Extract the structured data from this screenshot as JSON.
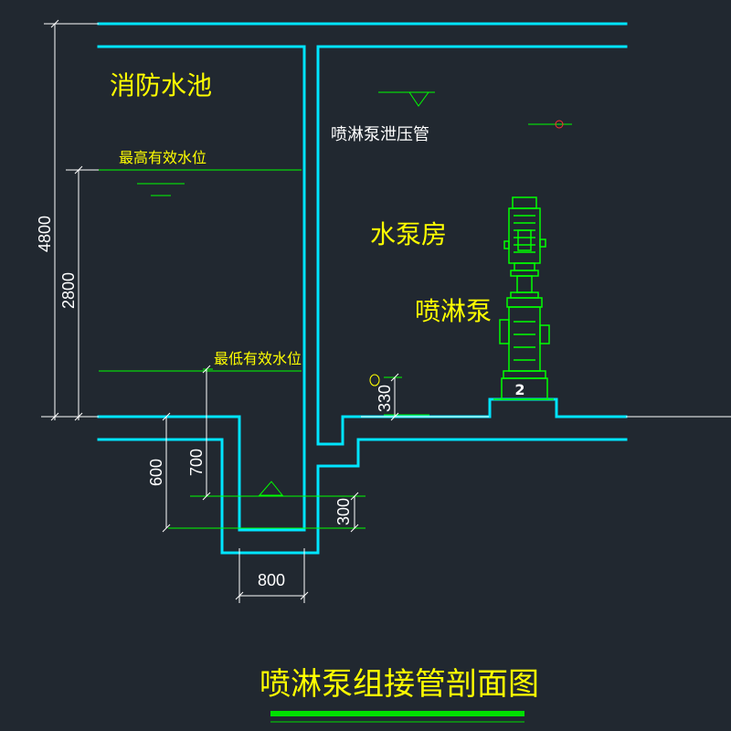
{
  "labels": {
    "pool": "消防水池",
    "max_level": "最高有效水位",
    "min_level": "最低有效水位",
    "relief_pipe": "喷淋泵泄压管",
    "pump_room": "水泵房",
    "pump": "喷淋泵",
    "pump_number": "2",
    "title": "喷淋泵组接管剖面图"
  },
  "dimensions": {
    "total_height": "4800",
    "effective_depth": "2800",
    "min_level_above_pit": "700",
    "pit_depth": "600",
    "pit_width": "800",
    "base_height": "330",
    "suction_clearance": "300"
  },
  "colors": {
    "background": "#212830",
    "structure": "#00e5ff",
    "annotation": "#ffff00",
    "leader": "#00ff00",
    "dimension": "#ffffff",
    "title_underline": "#00e000"
  }
}
